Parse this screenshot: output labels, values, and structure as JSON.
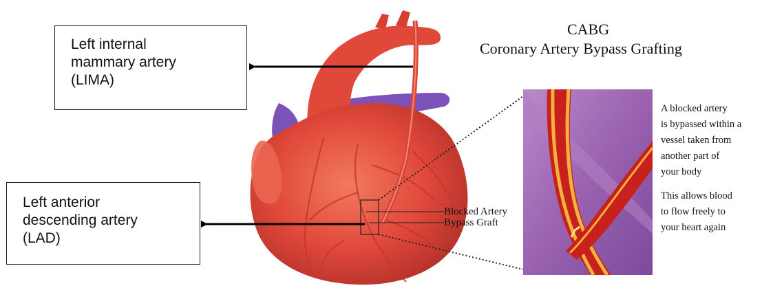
{
  "title": {
    "line1": "CABG",
    "line2": "Coronary Artery Bypass Grafting"
  },
  "callouts": {
    "lima": [
      "Left internal",
      "mammary artery",
      "(LIMA)"
    ],
    "lad": [
      "Left anterior",
      "descending artery",
      "(LAD)"
    ]
  },
  "labels": {
    "blocked_artery": "Blocked Artery",
    "bypass_graft": "Bypass Graft"
  },
  "description": {
    "paragraph1": [
      "A blocked artery",
      "is bypassed within a",
      "vessel taken from",
      "another part of",
      "your body"
    ],
    "paragraph2": [
      "This allows blood",
      "to flow freely to",
      "your heart again"
    ]
  },
  "colors": {
    "heart_red": "#e0483a",
    "vein_purple": "#7b52b8",
    "inset_background": "#a06fb6",
    "artery_red": "#c8201c",
    "plaque_yellow": "#f2b23c"
  }
}
